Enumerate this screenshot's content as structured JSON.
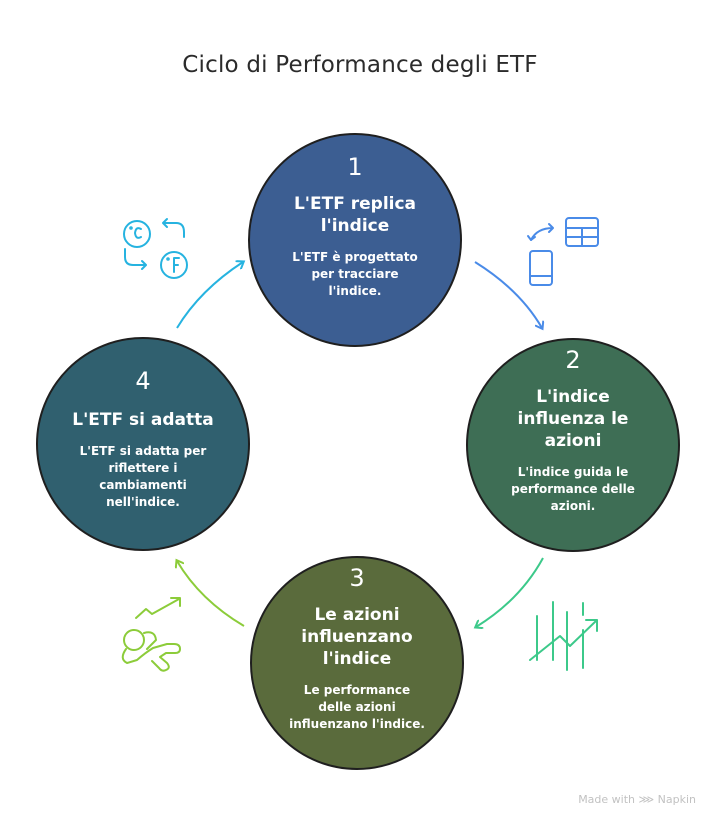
{
  "title": "Ciclo di Performance degli ETF",
  "steps": [
    {
      "number": "1",
      "heading": "L'ETF replica l'indice",
      "description": "L'ETF è progettato per tracciare l'indice.",
      "color": "#3c5e92",
      "icon": "device-sync-table-icon"
    },
    {
      "number": "2",
      "heading": "L'indice influenza le azioni",
      "description": "L'indice guida le performance delle azioni.",
      "color": "#3e6e55",
      "icon": "stock-growth-chart-icon"
    },
    {
      "number": "3",
      "heading": "Le azioni influenzano l'indice",
      "description": "Le performance delle azioni influenzano l'indice.",
      "color": "#5a6b3c",
      "icon": "person-growth-icon"
    },
    {
      "number": "4",
      "heading": "L'ETF si adatta",
      "description": "L'ETF si adatta per riflettere i cambiamenti nell'indice.",
      "color": "#30606f",
      "icon": "temperature-conversion-icon"
    }
  ],
  "colors": {
    "arrow_1_to_2": "#4a8be8",
    "arrow_2_to_3": "#3cc98a",
    "arrow_3_to_4": "#8ccc3a",
    "arrow_4_to_1": "#26b3e0"
  },
  "footer": "Made with ⋙ Napkin"
}
